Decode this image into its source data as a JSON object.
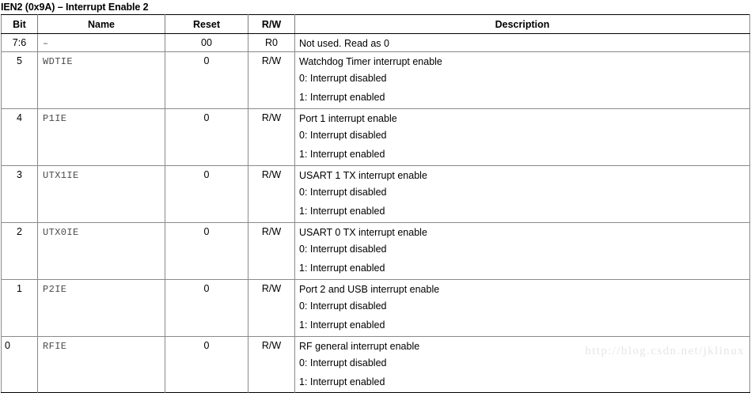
{
  "register": {
    "title": "IEN2 (0x9A) – Interrupt Enable 2"
  },
  "table": {
    "columns": {
      "bit": "Bit",
      "name": "Name",
      "reset": "Reset",
      "rw": "R/W",
      "description": "Description"
    },
    "rows": [
      {
        "bit": "7:6",
        "name": "–",
        "reset": "00",
        "rw": "R0",
        "desc_lines": [
          "Not used. Read as 0"
        ]
      },
      {
        "bit": "5",
        "name": "WDTIE",
        "reset": "0",
        "rw": "R/W",
        "desc_lines": [
          "Watchdog Timer interrupt enable",
          "0: Interrupt disabled",
          "1: Interrupt enabled"
        ]
      },
      {
        "bit": "4",
        "name": "P1IE",
        "reset": "0",
        "rw": "R/W",
        "desc_lines": [
          "Port 1 interrupt enable",
          "0: Interrupt disabled",
          "1: Interrupt enabled"
        ]
      },
      {
        "bit": "3",
        "name": "UTX1IE",
        "reset": "0",
        "rw": "R/W",
        "desc_lines": [
          "USART 1 TX interrupt enable",
          "0: Interrupt disabled",
          "1: Interrupt enabled"
        ]
      },
      {
        "bit": "2",
        "name": "UTX0IE",
        "reset": "0",
        "rw": "R/W",
        "desc_lines": [
          "USART 0 TX interrupt enable",
          "0: Interrupt disabled",
          "1: Interrupt enabled"
        ]
      },
      {
        "bit": "1",
        "name": "P2IE",
        "reset": "0",
        "rw": "R/W",
        "desc_lines": [
          "Port 2 and USB interrupt enable",
          "0: Interrupt disabled",
          "1: Interrupt enabled"
        ]
      },
      {
        "bit": "0",
        "name": "RFIE",
        "reset": "0",
        "rw": "R/W",
        "desc_lines": [
          "RF general interrupt enable",
          "0: Interrupt disabled",
          "1: Interrupt enabled"
        ]
      }
    ]
  },
  "watermark": {
    "text": "http://blog.csdn.net/jklinux",
    "color": "#e6e6e6"
  }
}
